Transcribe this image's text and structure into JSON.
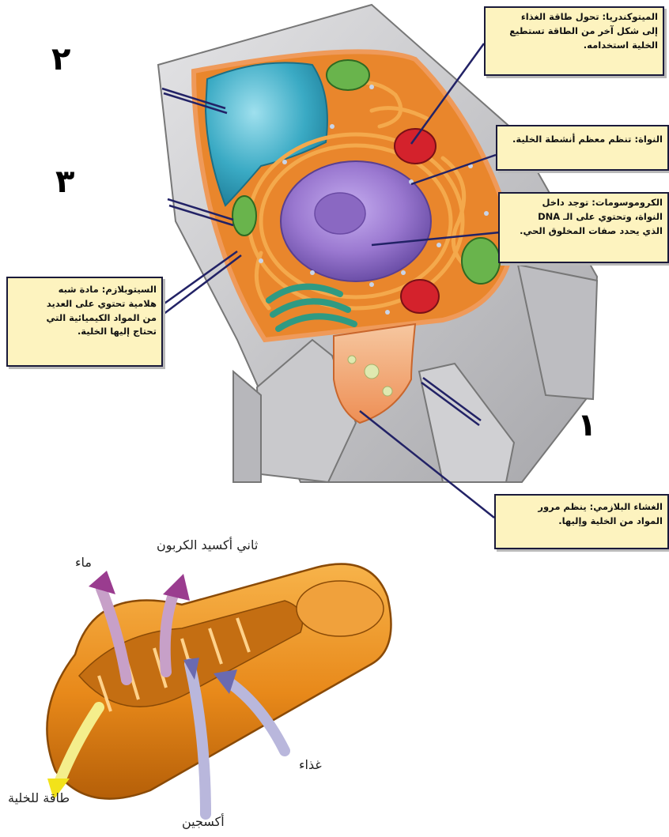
{
  "colors": {
    "callout_fill": "#fdf3bf",
    "cytoplasm": "#e9862c",
    "vacuole": "#3aaac4",
    "nucleus": "#9a78d0",
    "chloroplast": "#69b44c",
    "mitochondrion": "#d4222c",
    "golgi": "#2f9a82",
    "mito_body": "#e8891a",
    "arrow_purple": "#9a3c8f",
    "arrow_blue": "#6a6ab0",
    "arrow_yellow": "#f2e21a"
  },
  "numbers": {
    "n1": "١",
    "n2": "٢",
    "n3": "٣"
  },
  "callouts": {
    "mitochondria": "الميتوكندريا: تحول طاقة الغذاء\nإلى شكل آخر من الطاقة تستطيع\nالخلية استخدامه.",
    "nucleus": "النواة: تنظم معظم أنشطة الخلية.",
    "chromosomes": "الكروموسومات: توجد داخل\nالنواة، وتحتوي على الـ DNA\nالذي يحدد صفات المخلوق الحي.",
    "cytoplasm": "السيتوبلازم: مادة شبه\nهلامية تحتوي على العديد\nمن المواد الكيميائية التي\nتحتاج إليها الخلية.",
    "membrane": "الغشاء البلازمي: ينظم مرور\nالمواد من الخلية وإليها."
  },
  "mito_labels": {
    "water": "ماء",
    "co2": "ثاني أكسيد الكربون",
    "food": "غذاء",
    "energy": "طاقة للخلية",
    "oxygen": "أكسجين"
  }
}
